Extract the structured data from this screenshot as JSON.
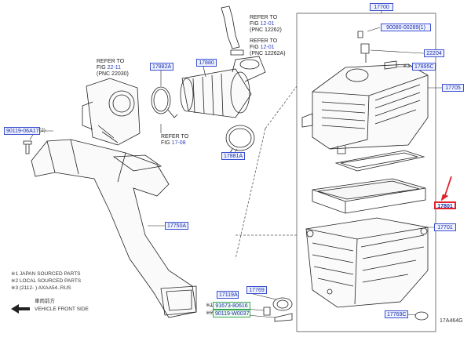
{
  "ref_labels": {
    "ref1": {
      "line1": "REFER TO",
      "fig_prefix": "FIG ",
      "fig": "22-11",
      "pnc": "(PNC 22030)"
    },
    "ref2": {
      "line1": "REFER TO",
      "fig_prefix": "FIG ",
      "fig": "12-01",
      "pnc": "(PNC 12262)"
    },
    "ref3": {
      "line1": "REFER TO",
      "fig_prefix": "FIG ",
      "fig": "12-01",
      "pnc": "(PNC 12262A)"
    },
    "ref4": {
      "line1": "REFER TO",
      "fig_prefix": "FIG ",
      "fig": "17-08"
    }
  },
  "parts": {
    "p17700": "17700",
    "p90080": "90080-00289(1)",
    "p22204": "22204",
    "p17895c": "17895C",
    "p17705": "17705",
    "p17801": "17801",
    "p17701": "17701",
    "p17769": "17769",
    "p17769c": "17769C",
    "p17119a": "17119A",
    "p17750a": "17750A",
    "p17881a": "17881A",
    "p17880": "17880",
    "p17882a": "17882A",
    "p90119": "90119-06A17",
    "p91673": "91673-80616",
    "p90119w": "90119-W0037"
  },
  "marks": {
    "m17895": "※3",
    "m90119_qty": "(2)",
    "m91673": "※1",
    "m90119w": "※2"
  },
  "legend": {
    "l1": "※1 JAPAN SOURCED PARTS",
    "l2": "※2 LOCAL SOURCED PARTS",
    "l3": "※3 (2112-      ) AXAA54..RUS"
  },
  "front": {
    "jp": "車両前方",
    "en": "VEHICLE FRONT SIDE"
  },
  "code": "17A464G",
  "colors": {
    "blue": "#3a4fd0",
    "green": "#3aa655",
    "red": "#e0222a"
  }
}
